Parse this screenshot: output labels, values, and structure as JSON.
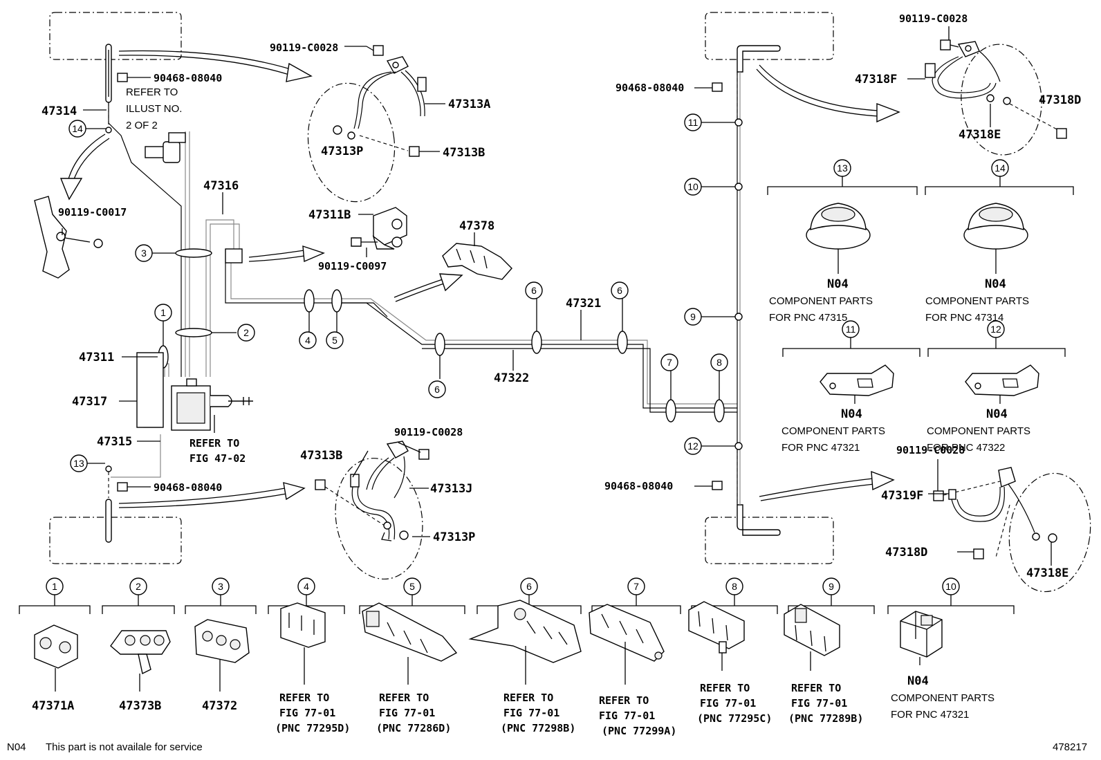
{
  "callout_numbers": {
    "n1": "1",
    "n2": "2",
    "n3": "3",
    "n4": "4",
    "n5": "5",
    "n6": "6",
    "n7": "7",
    "n8": "8",
    "n9": "9",
    "n10": "10",
    "n11": "11",
    "n12": "12",
    "n13": "13",
    "n14": "14"
  },
  "part_numbers": {
    "p47314": "47314",
    "p47316": "47316",
    "p47311": "47311",
    "p47317": "47317",
    "p47315": "47315",
    "p47311B": "47311B",
    "p47378": "47378",
    "p47313A": "47313A",
    "p47313P": "47313P",
    "p47313B": "47313B",
    "p47313J": "47313J",
    "p47321": "47321",
    "p47322": "47322",
    "p47318F": "47318F",
    "p47318D": "47318D",
    "p47318E": "47318E",
    "p47319F": "47319F",
    "p47371A": "47371A",
    "p47373B": "47373B",
    "p47372": "47372",
    "b_90119_C0028": "90119-C0028",
    "b_90119_C0017": "90119-C0017",
    "b_90119_C0097": "90119-C0097",
    "c_90468_08040": "90468-08040"
  },
  "notes": {
    "refer_to": "REFER TO",
    "illust_line2": "ILLUST NO.",
    "illust_line3": "2 OF 2",
    "fig_47_02": "FIG 47-02",
    "fig_77_01": "FIG 77-01",
    "pnc_77295D": "(PNC 77295D)",
    "pnc_77286D": "(PNC 77286D)",
    "pnc_77298B": "(PNC 77298B)",
    "pnc_77299A": "(PNC 77299A)",
    "pnc_77295C": "(PNC 77295C)",
    "pnc_77289B": "(PNC 77289B)",
    "n04": "N04",
    "component_parts": "COMPONENT PARTS",
    "for_pnc_47315": "FOR PNC 47315",
    "for_pnc_47314": "FOR PNC 47314",
    "for_pnc_47321": "FOR PNC 47321",
    "for_pnc_47322": "FOR PNC 47322"
  },
  "footer": {
    "code": "N04",
    "legend": "This part is not availale for service",
    "diagram_id": "478217"
  }
}
